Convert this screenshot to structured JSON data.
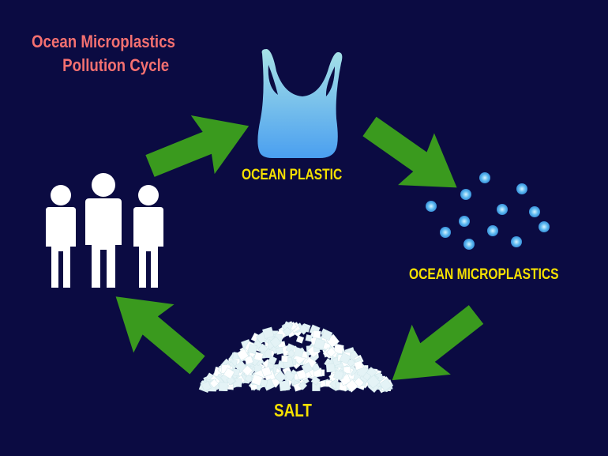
{
  "title": {
    "line1": "Ocean Microplastics",
    "line2": "Pollution Cycle"
  },
  "nodes": {
    "plastic": "OCEAN PLASTIC",
    "microplastics": "OCEAN MICROPLASTICS",
    "salt": "SALT"
  },
  "colors": {
    "background": "#0b0b42",
    "arrow": "#3a9a1e",
    "label": "#f5e000",
    "title": "#f47070"
  }
}
